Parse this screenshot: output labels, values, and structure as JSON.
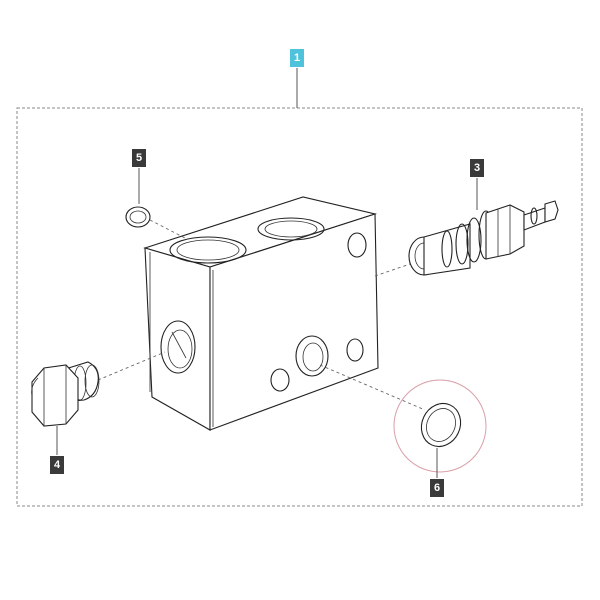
{
  "colors": {
    "callout_main": "#4fc3dc",
    "callout": "#3a3a3a",
    "highlight_ring": "#d9a0a8",
    "frame_dash": "#888888"
  },
  "callouts": {
    "main": "1",
    "cartridge": "3",
    "plug": "4",
    "small_oring": "5",
    "large_oring": "6"
  }
}
